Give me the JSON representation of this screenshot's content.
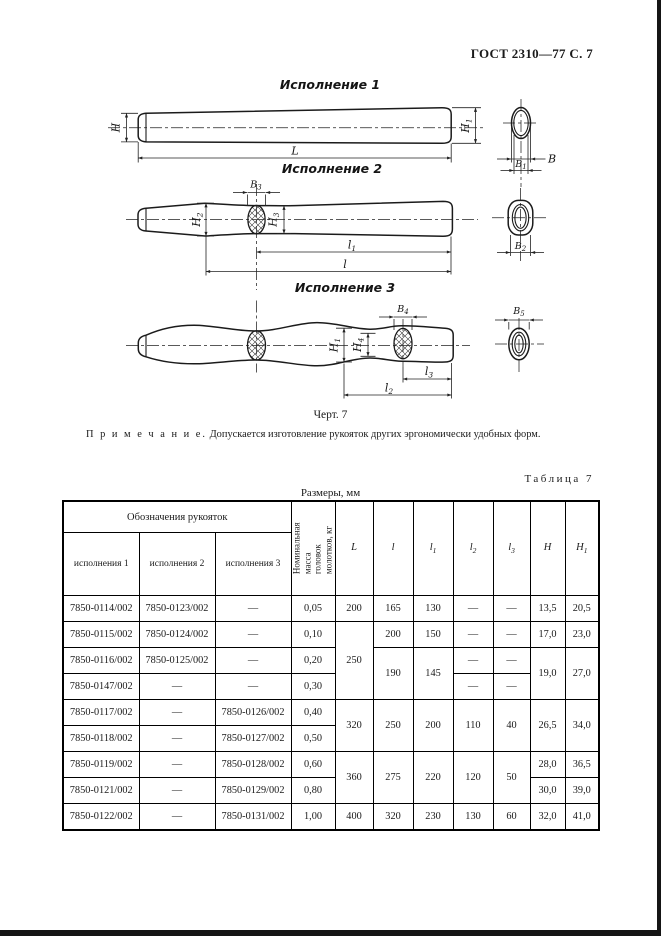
{
  "page": {
    "header": "ГОСТ 2310—77 С. 7",
    "colors": {
      "ink": "#1a1a1a",
      "paper": "#ffffff"
    }
  },
  "figure": {
    "title1": "Исполнение 1",
    "title2": "Исполнение 2",
    "title3": "Исполнение 3",
    "caption": "Черт. 7",
    "note_label": "П р и м е ч а н и е.",
    "note_text": " Допускается изготовление рукояток других эргономически удобных форм.",
    "dims": {
      "H": {
        "b": "Н",
        "s": ""
      },
      "H1": {
        "b": "Н",
        "s": "1"
      },
      "H2": {
        "b": "Н",
        "s": "2"
      },
      "H3": {
        "b": "Н",
        "s": "3"
      },
      "H4": {
        "b": "Н",
        "s": "4"
      },
      "L": {
        "b": "L",
        "s": ""
      },
      "l": {
        "b": "l",
        "s": ""
      },
      "l1": {
        "b": "l",
        "s": "1"
      },
      "l2": {
        "b": "l",
        "s": "2"
      },
      "l3": {
        "b": "l",
        "s": "3"
      },
      "B": {
        "b": "В",
        "s": ""
      },
      "B1": {
        "b": "В",
        "s": "1"
      },
      "B2": {
        "b": "В",
        "s": "2"
      },
      "B3": {
        "b": "В",
        "s": "3"
      },
      "B4": {
        "b": "В",
        "s": "4"
      },
      "B5": {
        "b": "В",
        "s": "5"
      }
    }
  },
  "table": {
    "caption": "Таблица 7",
    "units_title": "Размеры, мм",
    "designations_header": "Обозначения рукояток",
    "sub_headers": [
      "исполнения 1",
      "исполнения 2",
      "исполнения 3"
    ],
    "mass_header": "Номинальная масса головок молотков, кг",
    "dim_headers": [
      {
        "b": "L",
        "s": ""
      },
      {
        "b": "l",
        "s": ""
      },
      {
        "b": "l",
        "s": "1"
      },
      {
        "b": "l",
        "s": "2"
      },
      {
        "b": "l",
        "s": "3"
      },
      {
        "b": "H",
        "s": ""
      },
      {
        "b": "H",
        "s": "1"
      }
    ],
    "rows": [
      {
        "isp1": "7850-0114/002",
        "isp2": "7850-0123/002",
        "isp3": "—",
        "mass": "0,05",
        "L": "200",
        "l": "165",
        "l1": "130",
        "l2": "—",
        "l3": "—",
        "H": "13,5",
        "H1": "20,5"
      },
      {
        "isp1": "7850-0115/002",
        "isp2": "7850-0124/002",
        "isp3": "—",
        "mass": "0,10",
        "L": "250",
        "l": "200",
        "l1": "150",
        "l2": "—",
        "l3": "—",
        "H": "17,0",
        "H1": "23,0"
      },
      {
        "isp1": "7850-0116/002",
        "isp2": "7850-0125/002",
        "isp3": "—",
        "mass": "0,20",
        "l": "190",
        "l1": "145",
        "l2": "—",
        "l3": "—",
        "H": "19,0",
        "H1": "27,0"
      },
      {
        "isp1": "7850-0147/002",
        "isp2": "—",
        "isp3": "—",
        "mass": "0,30",
        "l2": "—",
        "l3": "—"
      },
      {
        "isp1": "7850-0117/002",
        "isp2": "—",
        "isp3": "7850-0126/002",
        "mass": "0,40",
        "L": "320",
        "l": "250",
        "l1": "200",
        "l2": "110",
        "l3": "40",
        "H": "26,5",
        "H1": "34,0"
      },
      {
        "isp1": "7850-0118/002",
        "isp2": "—",
        "isp3": "7850-0127/002",
        "mass": "0,50"
      },
      {
        "isp1": "7850-0119/002",
        "isp2": "—",
        "isp3": "7850-0128/002",
        "mass": "0,60",
        "L": "360",
        "l": "275",
        "l1": "220",
        "l2": "120",
        "l3": "50",
        "H": "28,0",
        "H1": "36,5"
      },
      {
        "isp1": "7850-0121/002",
        "isp2": "—",
        "isp3": "7850-0129/002",
        "mass": "0,80",
        "H": "30,0",
        "H1": "39,0"
      },
      {
        "isp1": "7850-0122/002",
        "isp2": "—",
        "isp3": "7850-0131/002",
        "mass": "1,00",
        "L": "400",
        "l": "320",
        "l1": "230",
        "l2": "130",
        "l3": "60",
        "H": "32,0",
        "H1": "41,0"
      }
    ]
  }
}
